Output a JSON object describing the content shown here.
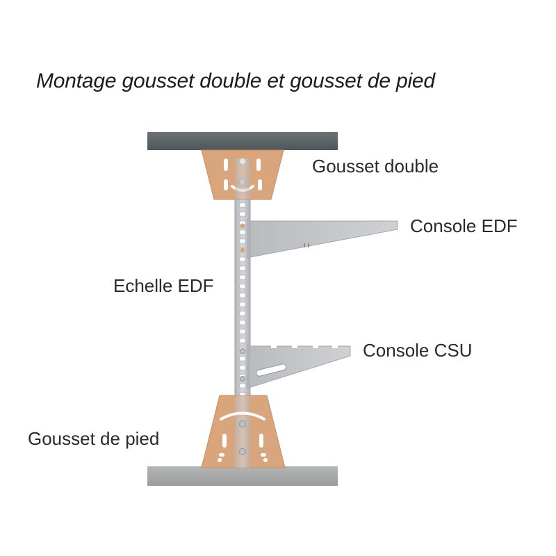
{
  "title": "Montage gousset double et gousset de pied",
  "labels": {
    "gousset_double": "Gousset double",
    "console_edf": "Console EDF",
    "echelle_edf": "Echelle EDF",
    "console_csu": "Console CSU",
    "gousset_de_pied": "Gousset de pied"
  },
  "colors": {
    "slab_top": "#5c6568",
    "slab_bottom": "#a7a9a8",
    "gusset": "#d9a57c",
    "metal": "#c4c6c8",
    "metal_dark": "#a9acaf",
    "background": "#ffffff"
  }
}
